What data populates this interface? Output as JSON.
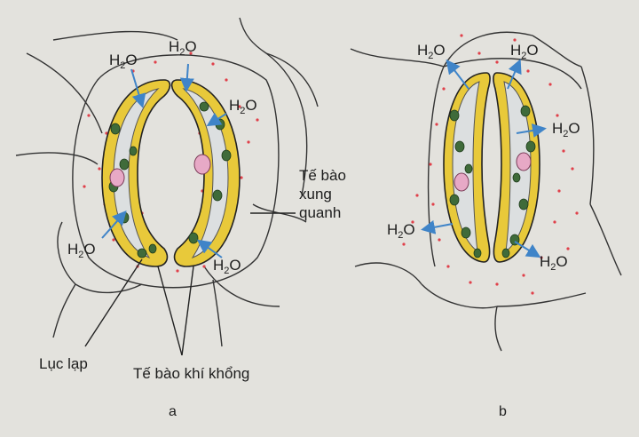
{
  "diagram": {
    "water_label": "H",
    "water_sub": "2",
    "water_tail": "O",
    "labels": {
      "surrounding_l1": "Tế bào",
      "surrounding_l2": "xung",
      "surrounding_l3": "quanh",
      "chloroplast": "Lục lạp",
      "guard_cells": "Tế bào khí khổng"
    },
    "panels": {
      "a": "a",
      "b": "b"
    }
  },
  "colors": {
    "background": "#e3e2dd",
    "guard_cell_wall": "#e8c93a",
    "guard_cell_inner": "#dcdfe0",
    "chloroplast": "#3f6b3a",
    "nucleus": "#e7a9c6",
    "arrow": "#3f84c8",
    "dots": "#e0404a",
    "outline": "#222222"
  }
}
